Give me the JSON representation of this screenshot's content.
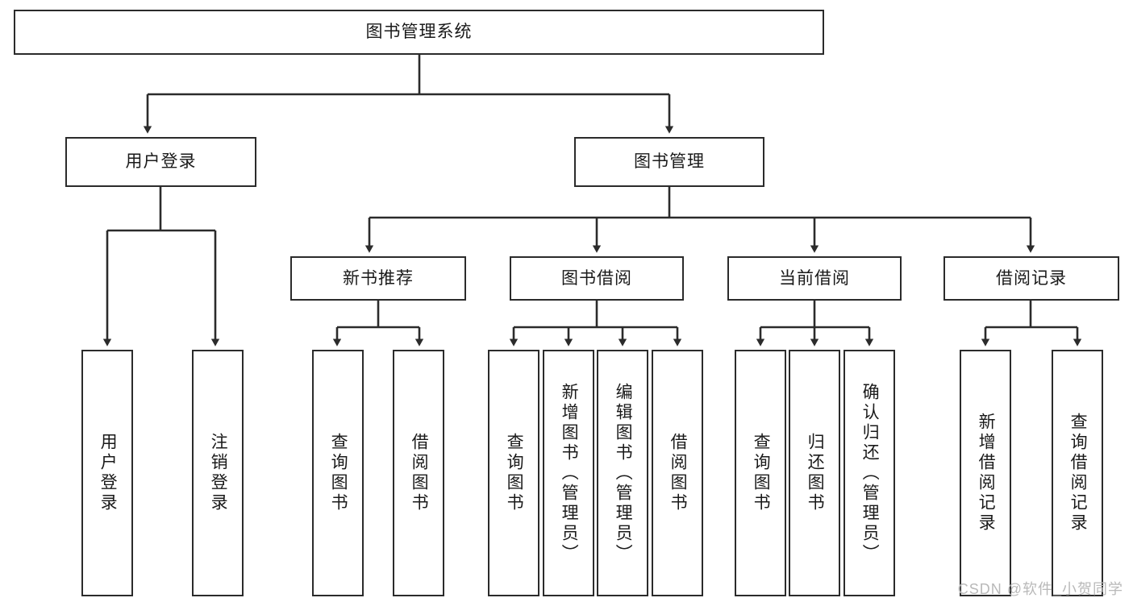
{
  "diagram": {
    "title": "图书管理系统",
    "type": "tree-hierarchy",
    "watermark": "CSDN @软件_小贺同学",
    "colors": {
      "background": "#ffffff",
      "box_border": "#2b2b2b",
      "box_fill": "#ffffff",
      "connector": "#2b2b2b",
      "text": "#1a1a1a",
      "watermark": "#b9b9b9"
    }
  },
  "nodes": {
    "root": {
      "label": "图书管理系统"
    },
    "level2": [
      {
        "id": "user-login",
        "label": "用户登录"
      },
      {
        "id": "book-manage",
        "label": "图书管理"
      }
    ],
    "level3": [
      {
        "id": "new-book-recommend",
        "label": "新书推荐"
      },
      {
        "id": "book-borrow",
        "label": "图书借阅"
      },
      {
        "id": "current-borrow",
        "label": "当前借阅"
      },
      {
        "id": "borrow-record",
        "label": "借阅记录"
      }
    ],
    "leaves": {
      "user-login": [
        {
          "id": "login",
          "label": "用户登录"
        },
        {
          "id": "logout",
          "label": "注销登录"
        }
      ],
      "new-book-recommend": [
        {
          "id": "query-book-1",
          "label": "查询图书"
        },
        {
          "id": "borrow-book-1",
          "label": "借阅图书"
        }
      ],
      "book-borrow": [
        {
          "id": "query-book-2",
          "label": "查询图书"
        },
        {
          "id": "add-book",
          "label": "新增图书（管理员）"
        },
        {
          "id": "edit-book",
          "label": "编辑图书（管理员）"
        },
        {
          "id": "borrow-book-2",
          "label": "借阅图书"
        }
      ],
      "current-borrow": [
        {
          "id": "query-book-3",
          "label": "查询图书"
        },
        {
          "id": "return-book",
          "label": "归还图书"
        },
        {
          "id": "confirm-return",
          "label": "确认归还（管理员）"
        }
      ],
      "borrow-record": [
        {
          "id": "add-record",
          "label": "新增借阅记录"
        },
        {
          "id": "query-record",
          "label": "查询借阅记录"
        }
      ]
    }
  }
}
